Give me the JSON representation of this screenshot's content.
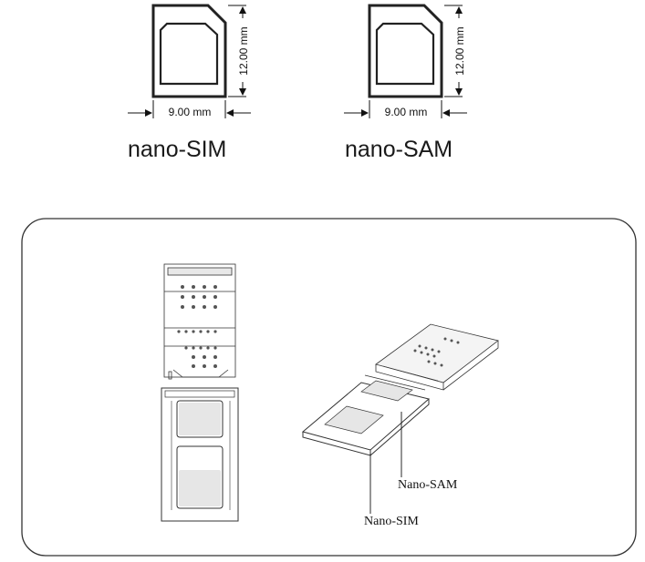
{
  "cards": [
    {
      "name": "nano-SIM",
      "height_label": "12.00 mm",
      "width_label": "9.00 mm"
    },
    {
      "name": "nano-SAM",
      "height_label": "12.00 mm",
      "width_label": "9.00 mm"
    }
  ],
  "tray": {
    "callouts": {
      "sam": "Nano-SAM",
      "sim": "Nano-SIM"
    }
  }
}
